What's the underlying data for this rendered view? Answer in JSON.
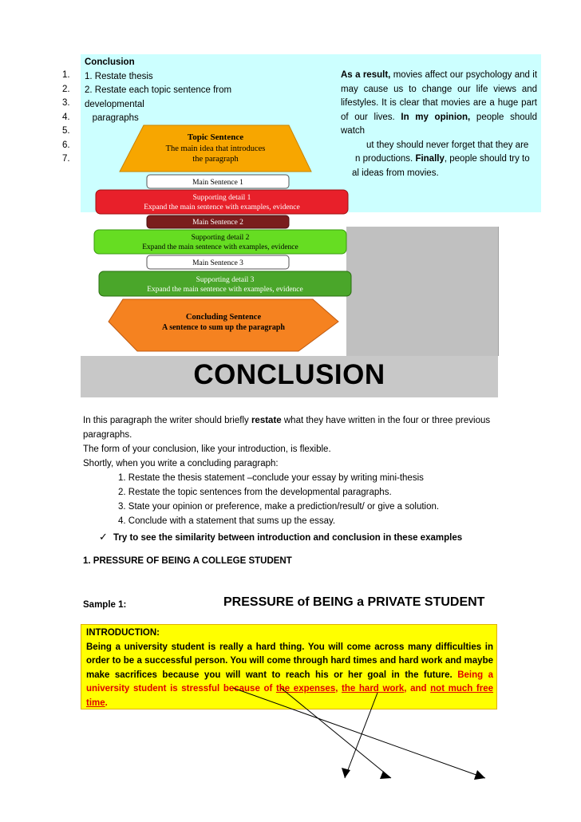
{
  "top_box": {
    "numbers": [
      "1.",
      "2.",
      "3.",
      "4.",
      "5.",
      "6.",
      "7."
    ],
    "left_lines": [
      "Conclusion",
      "1. Restate thesis",
      "2. Restate each topic sentence from",
      "developmental",
      "   paragraphs"
    ],
    "right_parts": {
      "p1": "As a result,",
      "p2": " movies affect our psychology and it may cause us to change our life views and lifestyles. It is clear that movies are a huge part of our lives. ",
      "p3": "In my opinion,",
      "p4": " people should watch",
      "p5": "ut they should never forget that they are",
      "p6": "n productions. ",
      "p7": "Finally",
      "p8": ", people should try to",
      "p9": "al ideas from movies."
    }
  },
  "diagram": {
    "topic_title": "Topic Sentence",
    "topic_sub1": "The main idea that introduces",
    "topic_sub2": "the paragraph",
    "main1": "Main Sentence 1",
    "sup1_title": "Supporting detail 1",
    "sup1_sub": "Expand the main sentence with examples, evidence",
    "main2": "Main Sentence 2",
    "sup2_title": "Supporting detail 2",
    "sup2_sub": "Expand the main sentence with examples, evidence",
    "main3": "Main Sentence 3",
    "sup3_title": "Supporting detail 3",
    "sup3_sub": "Expand the main sentence with examples, evidence",
    "concl_title": "Concluding Sentence",
    "concl_sub": "A sentence to sum up the paragraph",
    "colors": {
      "topic": "#f7a600",
      "sup1": "#e8202a",
      "main2": "#7a1d1d",
      "sup2": "#66dd22",
      "sup3": "#4aa62a",
      "concl": "#f58220"
    }
  },
  "heading": "CONCLUSION",
  "body": {
    "intro_a": " In this paragraph the writer should briefly ",
    "intro_b": "restate",
    "intro_c": " what they have written in the four or three previous paragraphs.",
    "line2": "The form of your conclusion, like your introduction, is flexible.",
    "line3": "Shortly, when you write a concluding paragraph:",
    "steps": [
      "1. Restate the thesis statement –conclude your essay by writing mini-thesis",
      "2. Restate the topic sentences from the developmental paragraphs.",
      "3. State your opinion or preference, make a prediction/result/ or give a solution.",
      "4. Conclude with a statement that sums up the essay."
    ]
  },
  "checkmark": "✓",
  "check_text": "Try to see the similarity between introduction and conclusion in these examples",
  "section1": "1. PRESSURE OF BEING A COLLEGE STUDENT",
  "sample_label": "Sample 1:",
  "sample_title": "PRESSURE of BEING a PRIVATE STUDENT",
  "intro_box": {
    "label": "INTRODUCTION:",
    "t1": "Being a university student is really a hard thing. You will come across many difficulties in order to be a successful person. You will come through hard times and hard work and maybe make sacrifices because you will want to reach his or her goal in the future",
    "t2": ". ",
    "r1": "Being a university student is stressful because of ",
    "r2": "the expenses",
    "r3": ", ",
    "r4": "the hard work",
    "r5": ", and ",
    "r6": "not much free time",
    "r7": "."
  }
}
